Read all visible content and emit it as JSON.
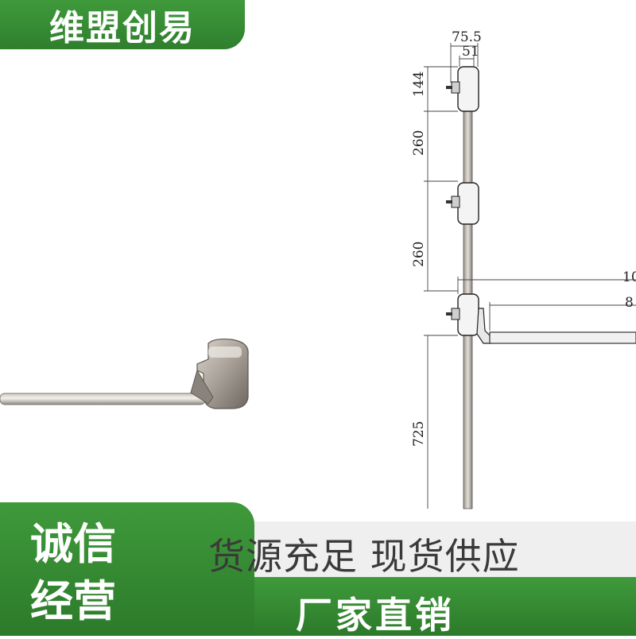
{
  "brand": {
    "name": "维盟创易"
  },
  "drawing": {
    "dimensions": {
      "top_width_outer": "75.5",
      "top_width_inner": "51",
      "top_height": "144",
      "gap1": "260",
      "gap2": "260",
      "height_lower": "725",
      "right_partial_1": "10",
      "right_partial_2": "8"
    }
  },
  "banner": {
    "left_line1": "诚信",
    "left_line2": "经营",
    "slogan1": "货源充足  现货供应",
    "slogan2": "厂家直销"
  },
  "colors": {
    "brand_green": "#2f7f2d",
    "banner_gray": "#efefef",
    "metal": "#9a938c"
  }
}
